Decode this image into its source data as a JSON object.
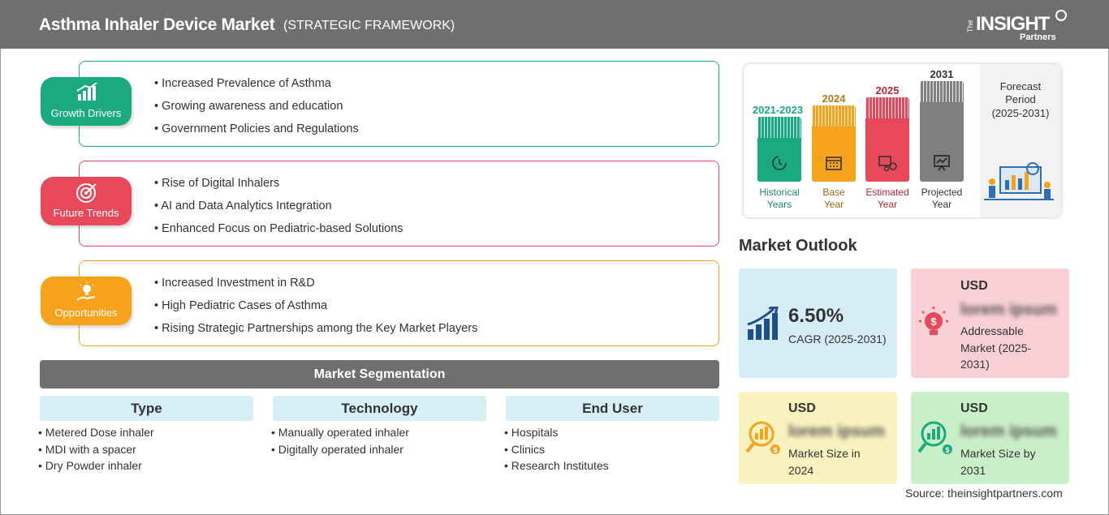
{
  "header": {
    "title": "Asthma Inhaler Device Market",
    "subtitle": "(STRATEGIC FRAMEWORK)",
    "logo_the": "The",
    "logo_insight": "INSIGHT",
    "logo_partners": "Partners"
  },
  "categories": [
    {
      "label": "Growth Drivers",
      "color": "#1aaa7f",
      "icon": "growth-chart-icon",
      "items": [
        "Increased Prevalence of Asthma",
        "Growing awareness and education",
        "Government Policies and Regulations"
      ]
    },
    {
      "label": "Future Trends",
      "color": "#e8495a",
      "icon": "target-icon",
      "items": [
        "Rise of Digital Inhalers",
        "AI and Data Analytics Integration",
        "Enhanced Focus on Pediatric-based Solutions"
      ]
    },
    {
      "label": "Opportunities",
      "color": "#f6a21a",
      "icon": "lightbulb-hand-icon",
      "items": [
        "Increased Investment in R&D",
        "High Pediatric Cases of Asthma",
        "Rising Strategic Partnerships among the Key Market Players"
      ]
    }
  ],
  "segmentation": {
    "title": "Market Segmentation",
    "columns": [
      {
        "heading": "Type",
        "items": [
          "Metered Dose inhaler",
          "MDI with a spacer",
          "Dry Powder inhaler"
        ]
      },
      {
        "heading": "Technology",
        "items": [
          "Manually operated inhaler",
          "Digitally operated inhaler"
        ]
      },
      {
        "heading": "End User",
        "items": [
          "Hospitals",
          "Clinics",
          "Research Institutes"
        ]
      }
    ]
  },
  "timeline": {
    "forecast_label": "Forecast Period",
    "forecast_range": "(2025-2031)",
    "bars": [
      {
        "year": "2021-2023",
        "label_line1": "Historical",
        "label_line2": "Years",
        "color": "#1aaa7f",
        "icon": "history-clock-icon"
      },
      {
        "year": "2024",
        "label_line1": "Base",
        "label_line2": "Year",
        "color": "#f6a21a",
        "icon": "calendar-icon"
      },
      {
        "year": "2025",
        "label_line1": "Estimated",
        "label_line2": "Year",
        "color": "#e8495a",
        "icon": "estimate-gears-icon"
      },
      {
        "year": "2031",
        "label_line1": "Projected",
        "label_line2": "Year",
        "color": "#7f7f7f",
        "icon": "projection-board-icon"
      }
    ]
  },
  "outlook": {
    "title": "Market Outlook",
    "cagr_value": "6.50%",
    "cagr_label": "CAGR (2025-2031)",
    "addressable_usd": "USD",
    "addressable_value": "lorem ipsum",
    "addressable_label": "Addressable Market (2025-2031)",
    "size2024_usd": "USD",
    "size2024_value": "lorem ipsum",
    "size2024_label": "Market Size in 2024",
    "size2031_usd": "USD",
    "size2031_value": "lorem ipsum",
    "size2031_label": "Market Size by 2031",
    "colors": {
      "cagr": "#d6ecf6",
      "addressable": "#f9d0d6",
      "size2024": "#faf3bf",
      "size2031": "#c9efc9"
    }
  },
  "source": "Source: theinsightpartners.com"
}
